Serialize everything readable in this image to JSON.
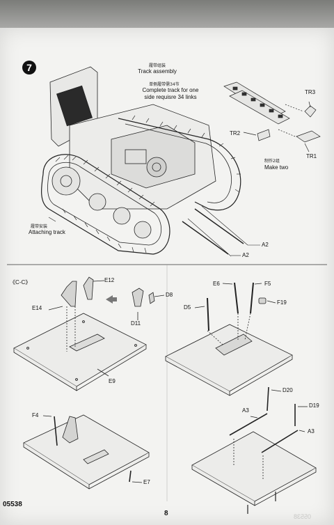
{
  "step": {
    "number": "7"
  },
  "track_assembly": {
    "title_cn": "履带组装",
    "title": "Track assembly",
    "note_cn": "单侧履带需34节",
    "note": "Complete track for one side requisre 34 links"
  },
  "make_two": {
    "cn": "制作2组",
    "text": "Make two"
  },
  "attaching": {
    "cn": "履带安装",
    "text": "Attaching track"
  },
  "section_label": "《C-C》",
  "parts": {
    "tr1": "TR1",
    "tr2": "TR2",
    "tr3": "TR3",
    "a2_upper": "A2",
    "a2_lower": "A2",
    "e12": "E12",
    "e14": "E14",
    "d8": "D8",
    "d11": "D11",
    "e9": "E9",
    "e6": "E6",
    "f5": "F5",
    "d5": "D5",
    "f19": "F19",
    "f4": "F4",
    "e7": "E7",
    "d20": "D20",
    "d19": "D19",
    "a3_left": "A3",
    "a3_right": "A3"
  },
  "footer": {
    "kit_number": "05538",
    "page_number": "8",
    "mirror_text": "05538"
  },
  "colors": {
    "paper": "#f3f3f1",
    "ink": "#111111",
    "background": "#8f8f8d"
  }
}
